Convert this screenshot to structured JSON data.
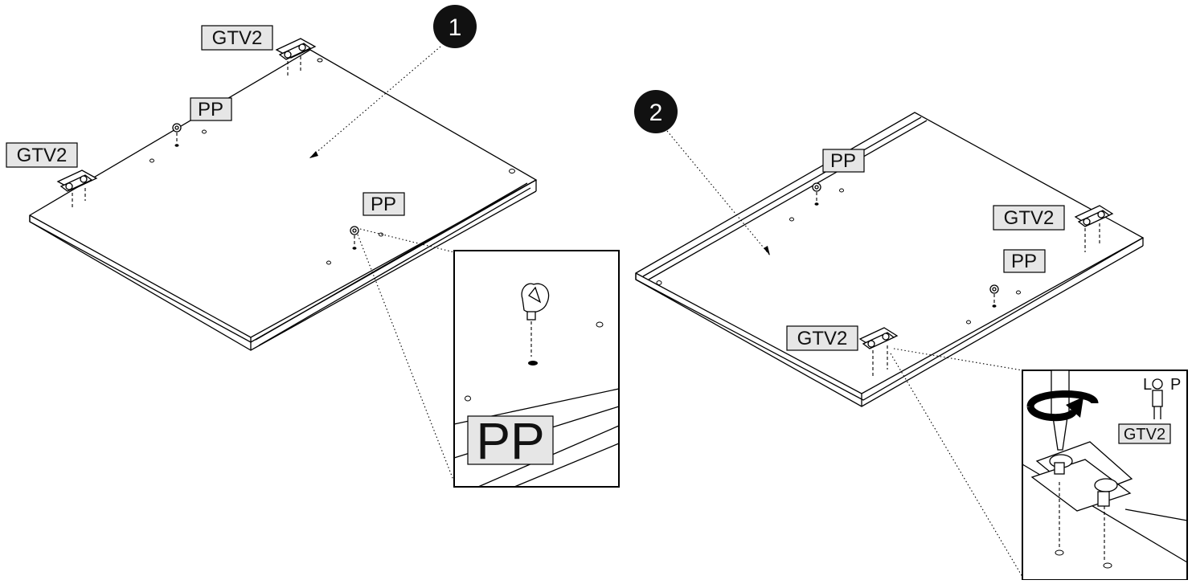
{
  "steps": {
    "step1": "1",
    "step2": "2"
  },
  "step1_labels": {
    "top_hinge": "GTV2",
    "left_hinge": "GTV2",
    "top_peg": "PP",
    "front_peg": "PP",
    "detail_peg": "PP"
  },
  "step2_labels": {
    "back_peg": "PP",
    "right_hinge": "GTV2",
    "right_peg": "PP",
    "front_hinge": "GTV2",
    "detail_hinge": "GTV2",
    "detail_left": "L",
    "detail_right": "P"
  },
  "icons": {
    "hinge": "hinge-plate-icon",
    "peg": "shelf-peg-icon",
    "screwdriver": "screwdriver-icon",
    "rotate": "rotate-arrow-icon",
    "person": "person-icon"
  },
  "colors": {
    "label_bg": "#e6e6e6",
    "step_badge": "#111111",
    "line": "#000000"
  }
}
